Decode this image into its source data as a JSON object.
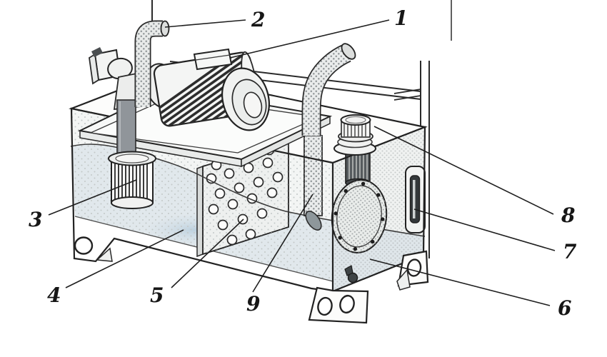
{
  "figure": {
    "type": "technical-diagram",
    "subject": "hydraulic-power-unit-oil-reservoir-with-motor-pump",
    "background_color": "#ffffff",
    "line_color": "#1f1f1f",
    "oil_tint_color": "#e1e8ec",
    "metal_color": "#f4f5f4",
    "stipple_color": "#9aa0a2",
    "callouts": [
      {
        "number": "1",
        "part": "electric-motor"
      },
      {
        "number": "2",
        "part": "pressure-pipe-outlet"
      },
      {
        "number": "3",
        "part": "suction-strainer"
      },
      {
        "number": "4",
        "part": "oil-reservoir-interior"
      },
      {
        "number": "5",
        "part": "perforated-baffle-plate"
      },
      {
        "number": "6",
        "part": "reservoir-tank-body"
      },
      {
        "number": "7",
        "part": "oil-level-sight-glass"
      },
      {
        "number": "8",
        "part": "filler-breather-cap"
      },
      {
        "number": "9",
        "part": "return-pipe"
      }
    ]
  }
}
